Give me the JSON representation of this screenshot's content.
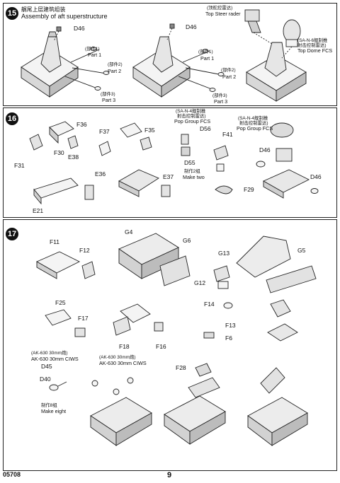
{
  "step15": {
    "number": "15",
    "title_cn": "艉尾上层建筑组装",
    "title_en": "Assembly of aft superstructure",
    "left_d46": "D46",
    "left_part1_cn": "(部件1)",
    "left_part1_en": "Part 1",
    "left_part2_cn": "(部件2)",
    "left_part2_en": "Part 2",
    "left_part3_cn": "(部件3)",
    "left_part3_en": "Part 3",
    "mid_d46": "D46",
    "mid_part1_cn": "(部件1)",
    "mid_part1_en": "Part 1",
    "mid_part2_cn": "(部件2)",
    "mid_part2_en": "Part 2",
    "mid_part3_cn": "(部件3)",
    "mid_part3_en": "Part 3",
    "steer_cn": "(顶舵控雷达)",
    "steer_en": "Top Steer rader",
    "dome_cn": "(SA-N-6舰制推",
    "dome_cn2": "射击控制雷达)",
    "dome_en": "Top Dome FCS"
  },
  "step16": {
    "number": "16",
    "f36": "F36",
    "f30": "F30",
    "e38": "E38",
    "f37": "F37",
    "f35": "F35",
    "f31": "F31",
    "e36": "E36",
    "e37": "E37",
    "e21": "E21",
    "pop_cn": "(SA-N-4舰制推",
    "pop_cn2": "射击控制雷达)",
    "pop_en": "Pop Group FCS",
    "d56": "D56",
    "d55": "D55",
    "make_two_cn": "制作2组",
    "make_two_en": "Make two",
    "pop2_cn": "(SA-N-4舰制推",
    "pop2_cn2": "射击控制雷达)",
    "pop2_en": "Pop Group FCS",
    "f41": "F41",
    "d46": "D46",
    "f29": "F29",
    "d46b": "D46"
  },
  "step17": {
    "number": "17",
    "f11": "F11",
    "f12": "F12",
    "g4": "G4",
    "g6": "G6",
    "g13": "G13",
    "g5": "G5",
    "g12": "G12",
    "f25": "F25",
    "f17": "F17",
    "f18": "F18",
    "f16": "F16",
    "f14": "F14",
    "f13": "F13",
    "f6": "F6",
    "ciws_cn": "(AK-630 30mm炮)",
    "ciws_en": "AK-630 30mm CIWS",
    "d45": "D45",
    "d40": "D40",
    "make_eight_cn": "制作8组",
    "make_eight_en": "Make eight",
    "ciws2_cn": "(AK-630 30mm炮)",
    "ciws2_en": "AK-630 30mm CIWS",
    "f28": "F28"
  },
  "footer": {
    "code": "05708",
    "page": "9"
  }
}
